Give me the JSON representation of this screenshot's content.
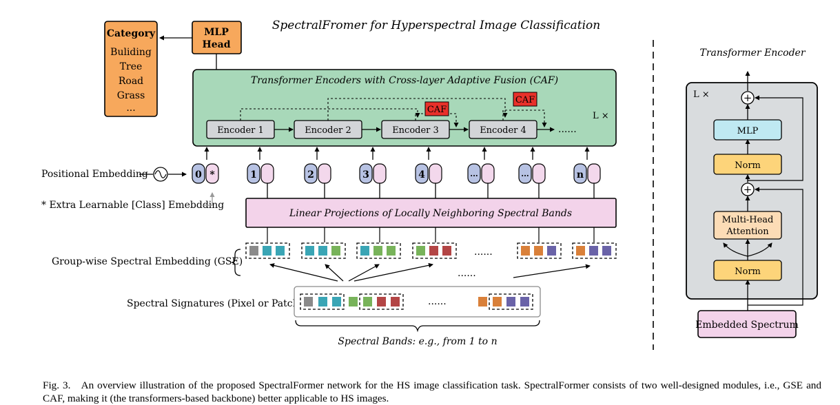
{
  "title": "SpectralFromer for Hyperspectral Image Classification",
  "category_box": {
    "title": "Category",
    "items": [
      "Buliding",
      "Tree",
      "Road",
      "Grass",
      "..."
    ]
  },
  "mlp_head": {
    "line1": "MLP",
    "line2": "Head"
  },
  "transformer_block": {
    "title": "Transformer Encoders with Cross-layer Adaptive Fusion (CAF)",
    "encoders": [
      "Encoder 1",
      "Encoder 2",
      "Encoder 3",
      "Encoder 4"
    ],
    "caf_label": "CAF",
    "repeat_label": "L ×",
    "ellipsis": "......"
  },
  "positional_embedding_label": "Positional Embedding",
  "extra_token_note": "* Extra Learnable [Class] Emebdding",
  "tokens": {
    "pos_labels": [
      "0",
      "1",
      "2",
      "3",
      "4",
      "...",
      "...",
      "n"
    ],
    "class_mark": "*"
  },
  "linear_projection_label": "Linear Projections of Locally Neighboring Spectral Bands",
  "gse_label": "Group-wise Spectral Embedding (GSE)",
  "spectral_signatures_label": "Spectral Signatures (Pixel or Patch)",
  "spectral_bands_label": "Spectral Bands: e.g., from 1 to n",
  "dots": "......",
  "encoder_detail": {
    "title": "Transformer Encoder",
    "repeat_label": "L ×",
    "mlp": "MLP",
    "norm_top": "Norm",
    "attention_line1": "Multi-Head",
    "attention_line2": "Attention",
    "norm_bottom": "Norm",
    "embedded": "Embedded Spectrum",
    "plus": "+"
  },
  "colors": {
    "orange": "#f7a85c",
    "green": "#a8d8b9",
    "pink": "#f3d3ea",
    "token_blue": "#b7c2e3",
    "token_pink": "#f3d8ec",
    "caf_red": "#e8312a",
    "mlp_cyan": "#bfe9f2",
    "norm_yellow": "#fdd47a",
    "attention_peach": "#fcdcb6",
    "band_teal": "#3aa5b5",
    "band_green": "#78b35a",
    "band_red": "#b34545",
    "band_orange": "#d9803a",
    "band_purple": "#6a63a8"
  },
  "caption": "Fig. 3. An overview illustration of the proposed SpectralFormer network for the HS image classification task. SpectralFormer consists of two well-designed modules, i.e., GSE and CAF, making it (the transformers-based backbone) better applicable to HS images."
}
